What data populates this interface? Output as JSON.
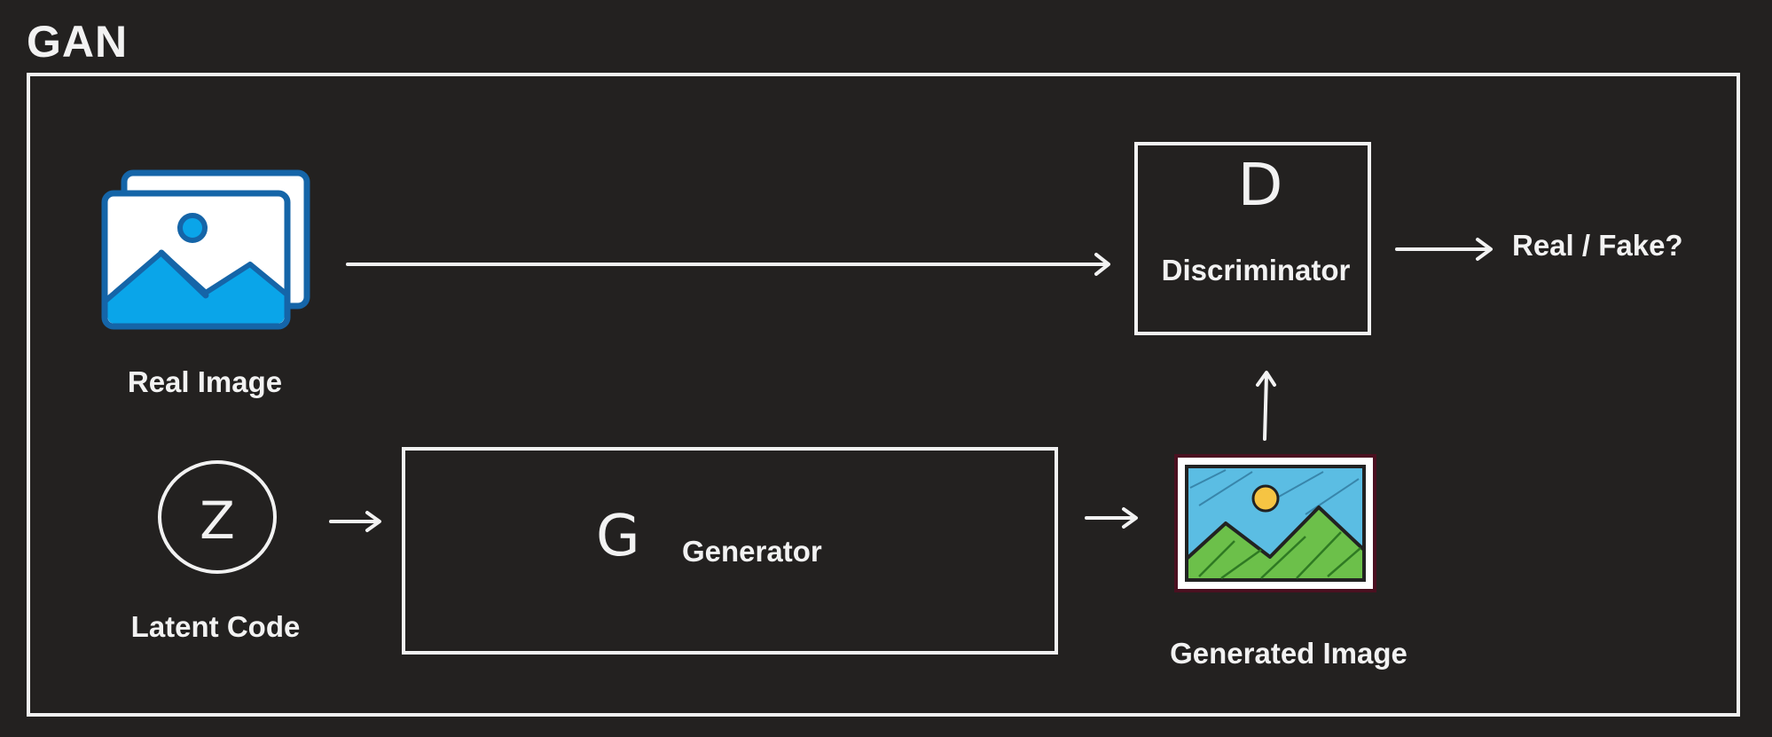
{
  "diagram": {
    "title": "GAN",
    "real_image_label": "Real Image",
    "latent_code_label": "Latent Code",
    "latent_symbol": "Z",
    "generator_symbol": "G",
    "generator_label": "Generator",
    "discriminator_symbol": "D",
    "discriminator_label": "Discriminator",
    "generated_image_label": "Generated Image",
    "output_label": "Real / Fake?"
  },
  "colors": {
    "background": "#232120",
    "stroke": "#f2f2f2",
    "real_image_blue": "#0aa5e9",
    "real_image_outline": "#1565a8",
    "sky": "#5bbde3",
    "grass": "#6cc04a",
    "sun": "#f6c443"
  },
  "icons": {
    "real_image": "image-stack-icon",
    "generated_image": "sketch-landscape-icon",
    "latent": "z-circle-icon",
    "generator": "g-glyph-icon",
    "discriminator": "d-glyph-icon"
  }
}
